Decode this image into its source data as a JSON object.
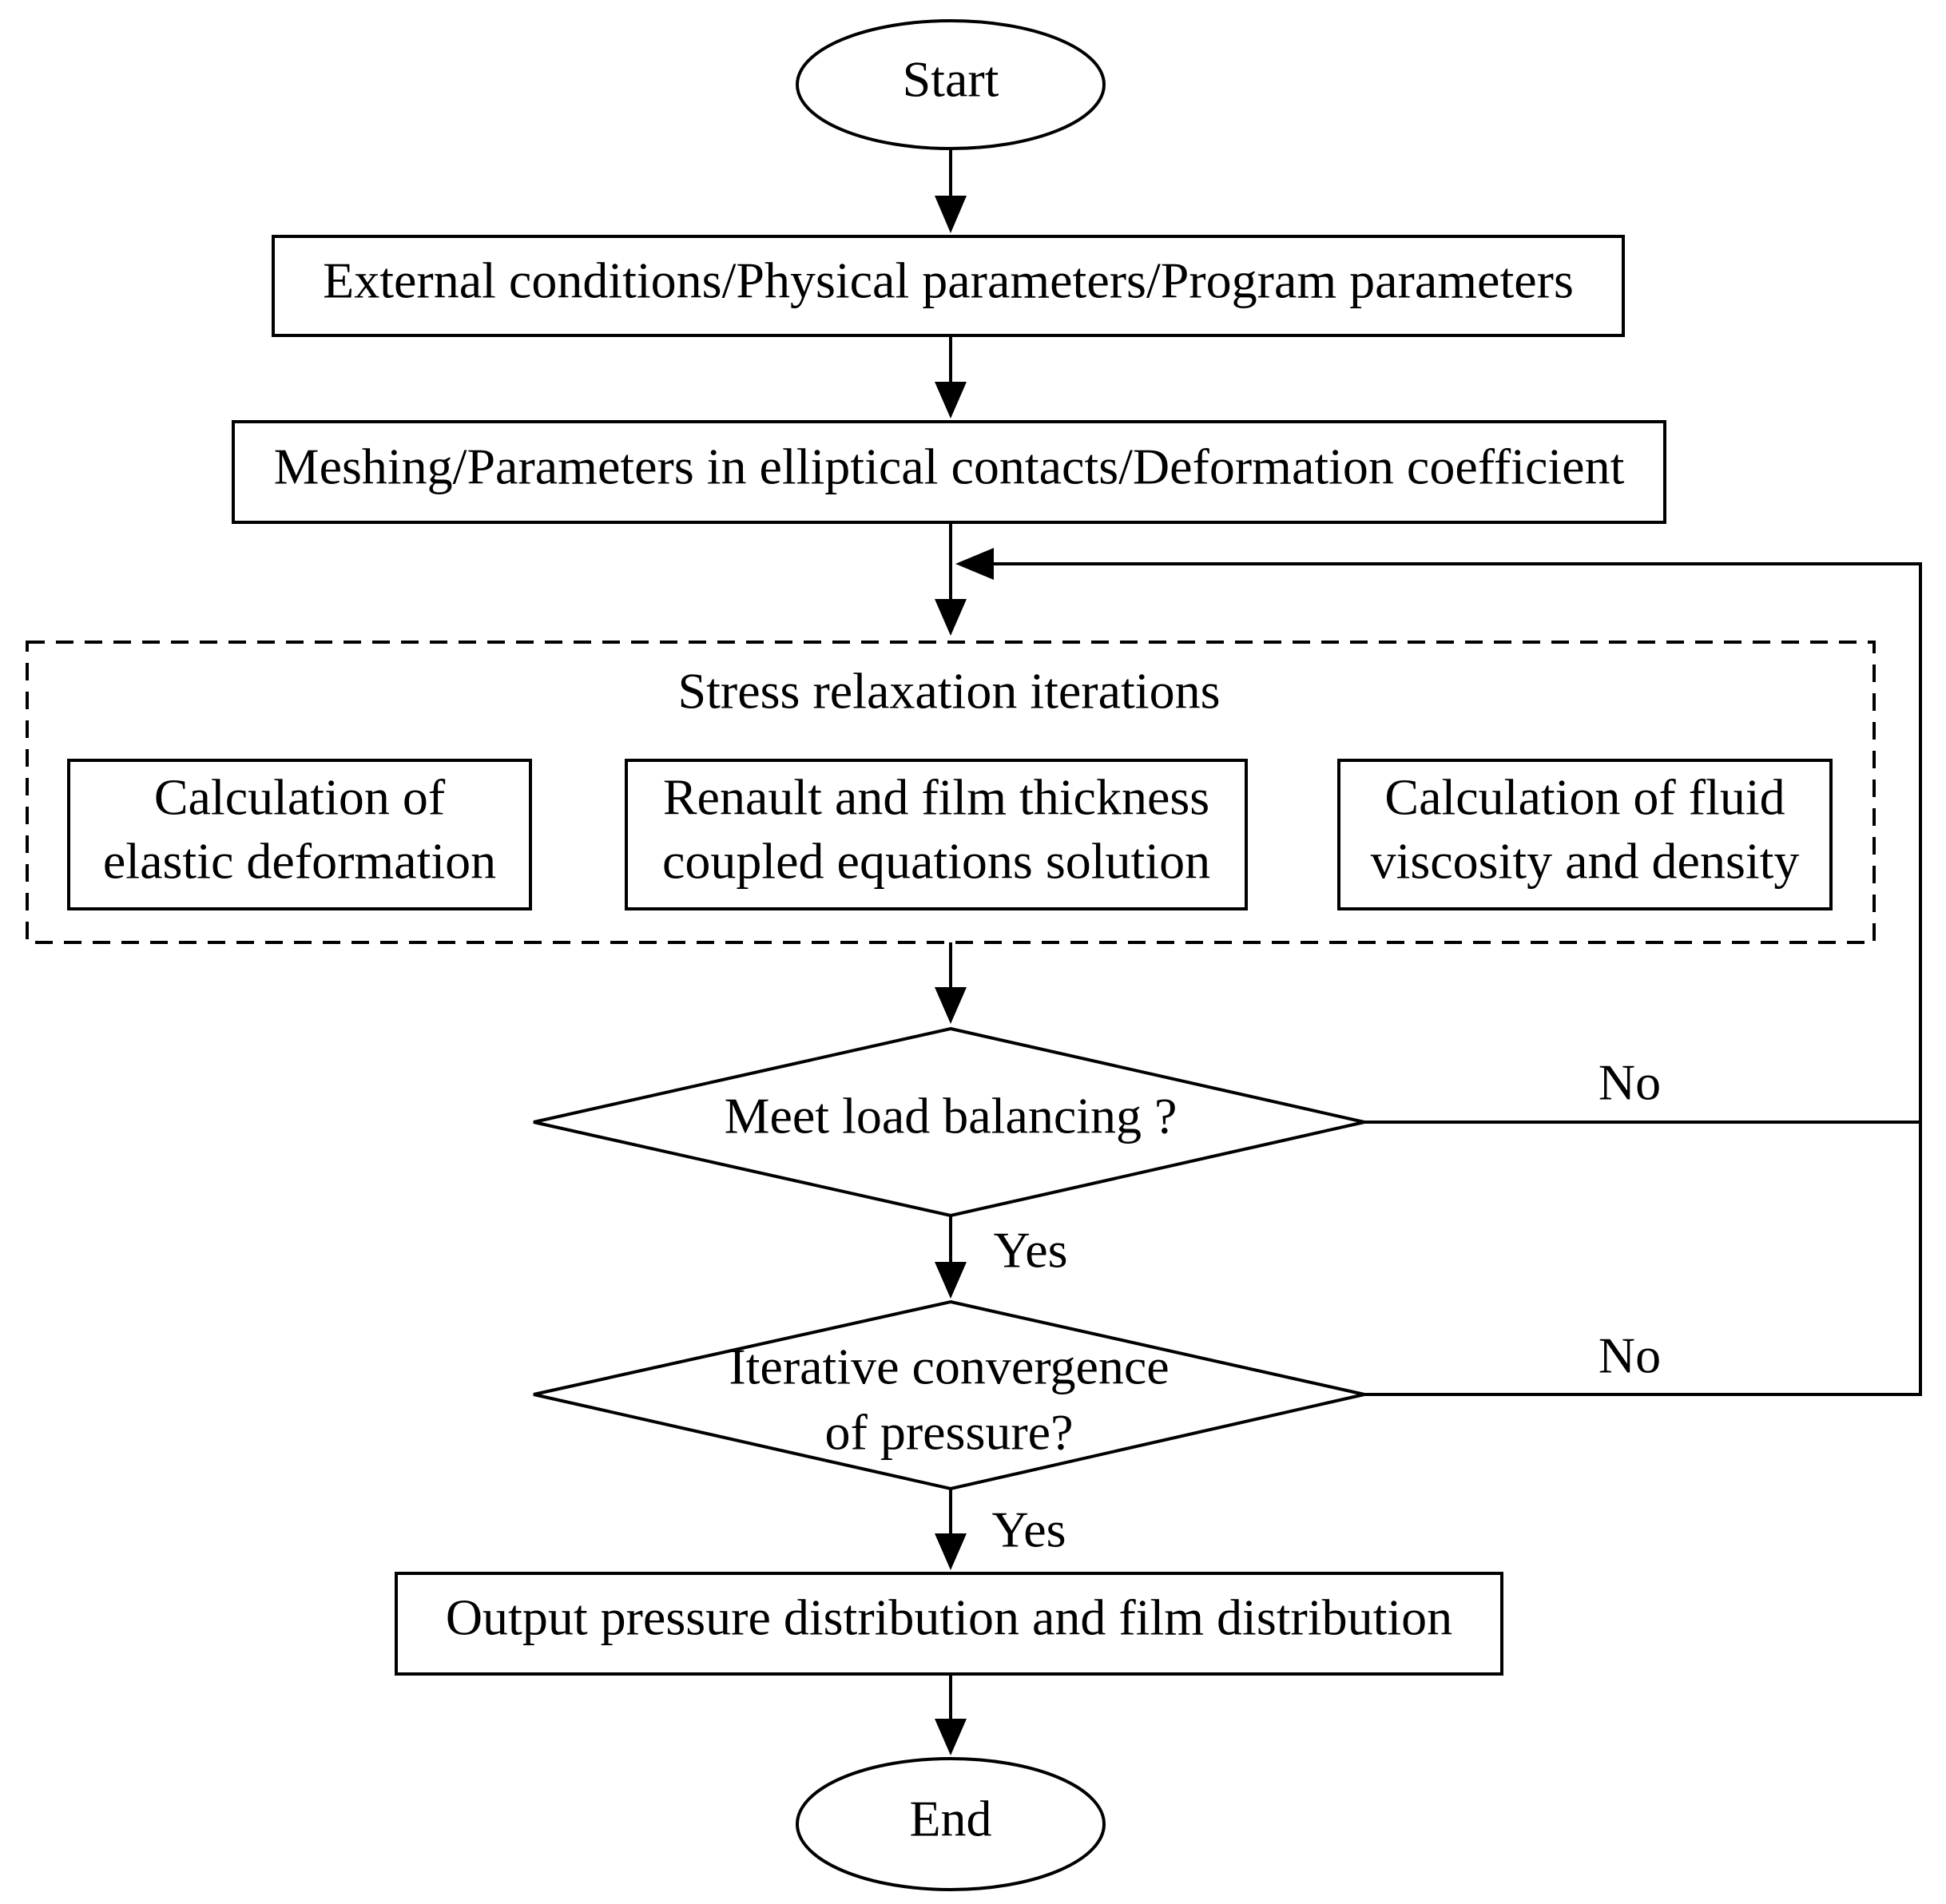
{
  "start": "Start",
  "end": "End",
  "steps": {
    "inputs": "External conditions/Physical parameters/Program parameters",
    "meshing": "Meshing/Parameters in elliptical contacts/Deformation coefficient",
    "output": "Output pressure distribution and film distribution"
  },
  "group": {
    "title": "Stress relaxation iterations",
    "elastic": [
      "Calculation of",
      "elastic deformation"
    ],
    "renault": [
      "Renault and film thickness",
      "coupled equations solution"
    ],
    "fluid": [
      "Calculation of fluid",
      "viscosity and density"
    ]
  },
  "decisions": {
    "load": "Meet load balancing ?",
    "convergence": [
      "Iterative convergence",
      "of pressure?"
    ]
  },
  "branch_labels": {
    "load_yes": "Yes",
    "load_no": "No",
    "conv_yes": "Yes",
    "conv_no": "No"
  }
}
